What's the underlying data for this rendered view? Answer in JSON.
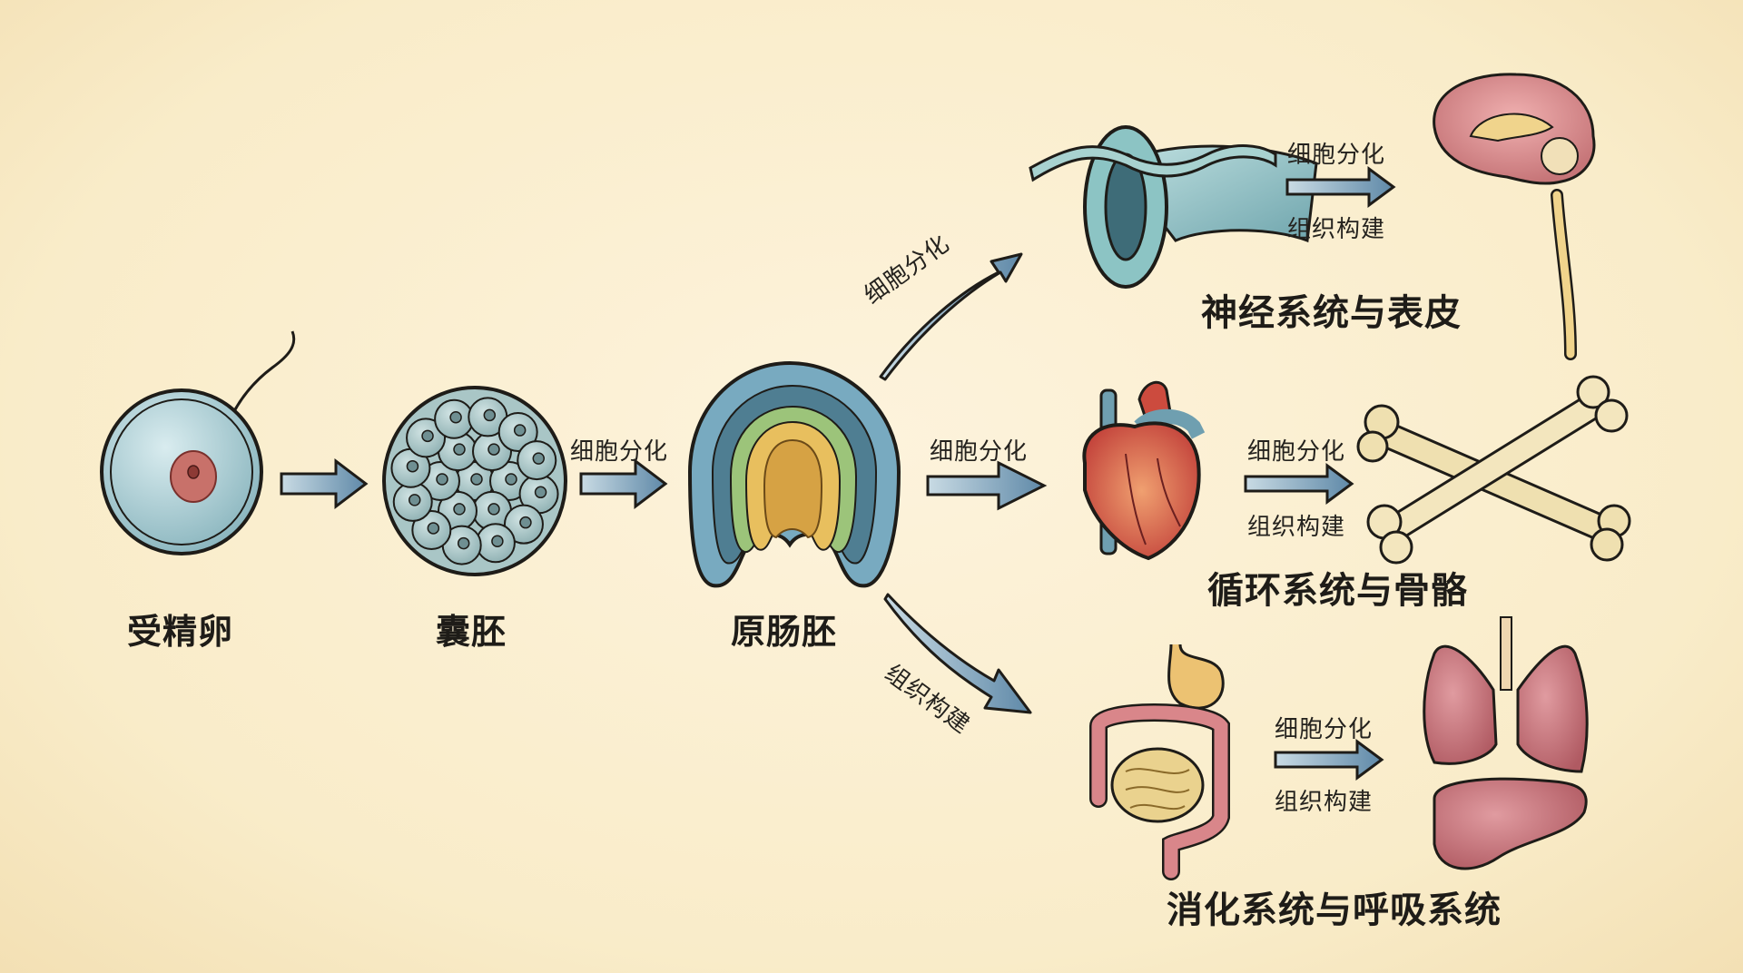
{
  "title": "胚胎发育：从受精卵到器官系统",
  "stages": [
    {
      "id": "zygote",
      "label": "受精卵"
    },
    {
      "id": "blastocyst",
      "label": "囊胚"
    },
    {
      "id": "gastrula",
      "label": "原肠胚"
    }
  ],
  "arrows": {
    "blastocyst_to_gastrula": "细胞分化",
    "to_neural_tube": "细胞分化",
    "to_heart": "细胞分化",
    "to_digestive": "组织构建",
    "neural_top": "细胞分化",
    "neural_bottom": "组织构建",
    "circ_top": "细胞分化",
    "circ_bottom": "组织构建",
    "dig_top": "细胞分化",
    "dig_bottom": "组织构建"
  },
  "systems": [
    {
      "id": "neural",
      "label": "神经系统与表皮"
    },
    {
      "id": "circulatory",
      "label": "循环系统与骨骼"
    },
    {
      "id": "digestive",
      "label": "消化系统与呼吸系统"
    }
  ],
  "colors": {
    "background": "#f9ecc9",
    "arrow_fill": "#6f97b3",
    "ink": "#1e1c18",
    "ectoderm": "#7fb4c8",
    "mesoderm": "#9cc47a",
    "endoderm": "#e8bf5e",
    "organ_red": "#c9534a",
    "organ_pink": "#c97a82",
    "bone": "#efe0b0"
  }
}
